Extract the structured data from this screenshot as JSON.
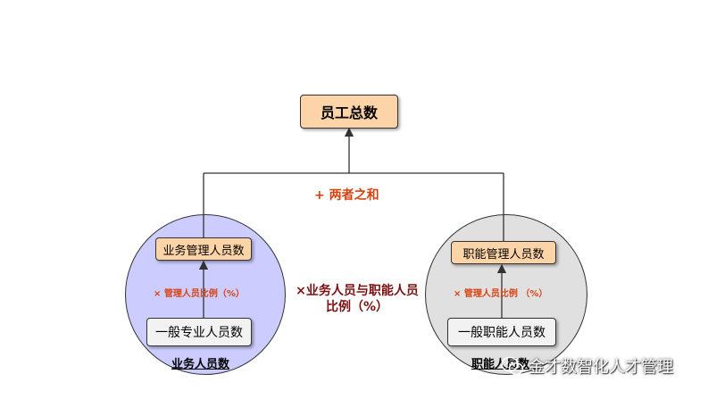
{
  "nodes": {
    "total": "员工总数",
    "biz_mgmt": "业务管理人员数",
    "func_mgmt": "职能管理人员数",
    "general_pro": "一般专业人员数",
    "general_func": "一般职能人员数"
  },
  "labels": {
    "sum": "+ 两者之和",
    "ratio_left": "× 管理人员比例（%）",
    "ratio_right": "× 管理人员比例 （%）",
    "ratio_mid": "×业务人员与职能人员比例（%）"
  },
  "circles": {
    "left_title": "业务人员数",
    "right_title": "职能人员数"
  },
  "watermark": {
    "text": "金才数智化人才管理",
    "icon": "wechat-icon"
  },
  "colors": {
    "orange_box": "#fcd4a8",
    "gray_box": "#f2f2f2",
    "left_circle": "#ccccff",
    "right_circle": "#e0e0e0",
    "accent_text": "#d9420f",
    "mid_text": "#7a1010"
  }
}
